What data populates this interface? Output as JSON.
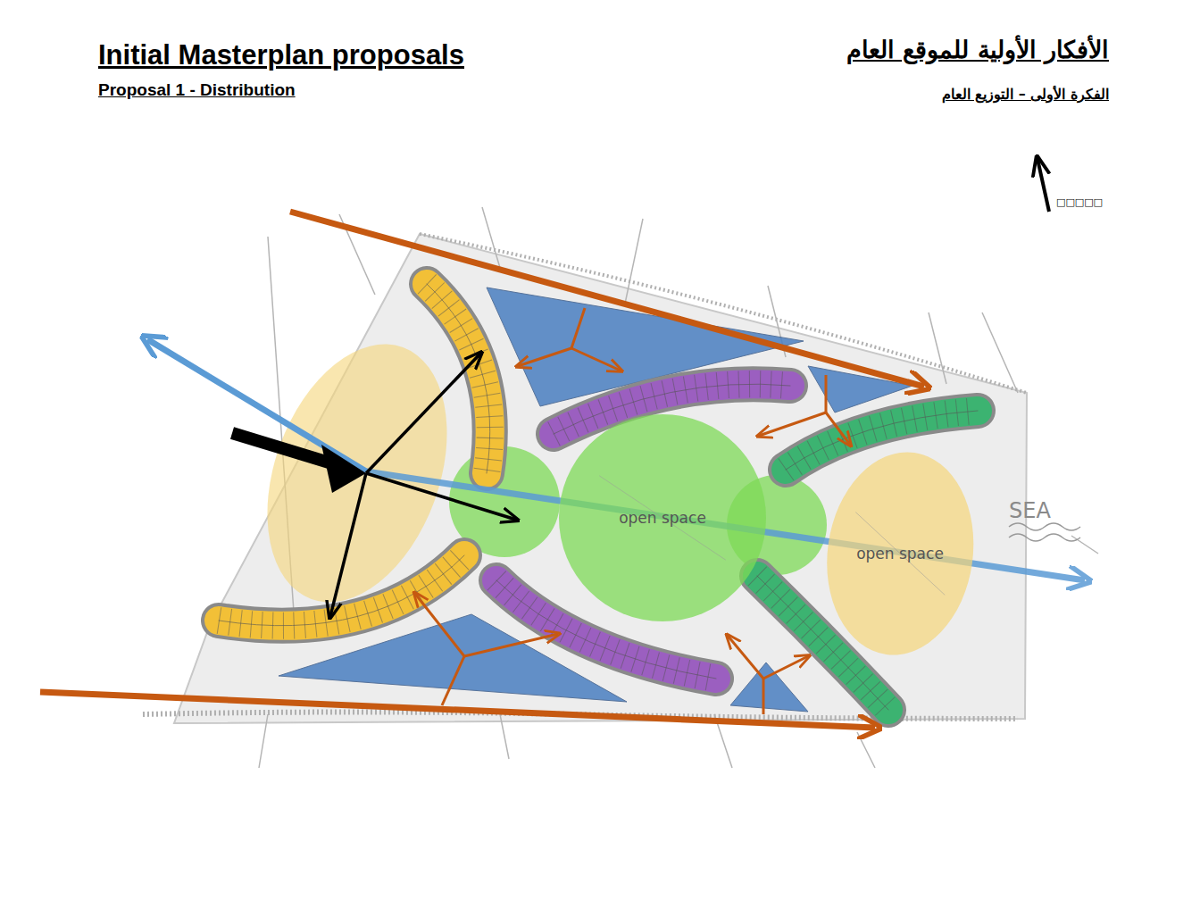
{
  "diagram": {
    "title": "Initial Masterplan proposals",
    "nodes": [
      {
        "text": [
          "open space"
        ]
      },
      {
        "text": [
          "open space"
        ]
      }
    ],
    "labels": [
      "Proposal 1 - Distribution",
      "الأفكار الأولية للموقع العام",
      "الفكرة الأولى – التوزيع العام",
      "□□□□□",
      "SEA"
    ]
  }
}
